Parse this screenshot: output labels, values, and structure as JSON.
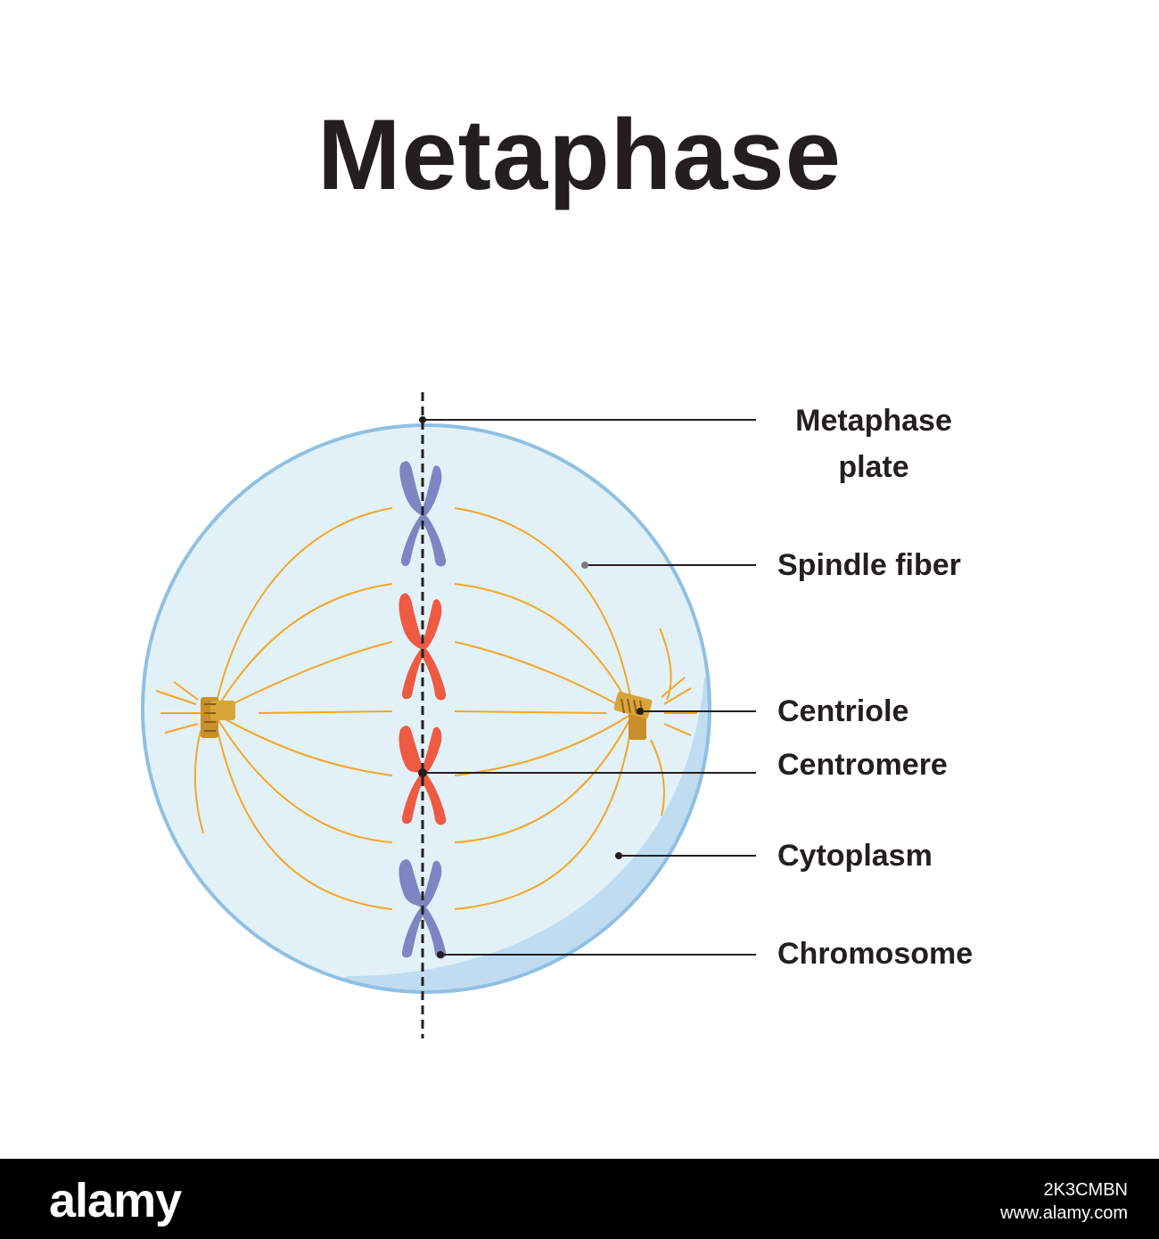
{
  "title": "Metaphase",
  "labels": {
    "metaphase_plate_line1": "Metaphase",
    "metaphase_plate_line2": "plate",
    "spindle_fiber": "Spindle fiber",
    "centriole": "Centriole",
    "centromere": "Centromere",
    "cytoplasm": "Cytoplasm",
    "chromosome": "Chromosome"
  },
  "footer": {
    "logo": "alamy",
    "image_id": "2K3CMBN",
    "url": "www.alamy.com"
  },
  "colors": {
    "cell_fill": "#e2f1f8",
    "cell_outline": "#8fc0e3",
    "cell_shadow": "#bcd9ef",
    "spindle": "#f5a623",
    "chromosome_blue": "#7d85c2",
    "chromosome_red": "#ef5a43",
    "centriole": "#c98f2a"
  }
}
